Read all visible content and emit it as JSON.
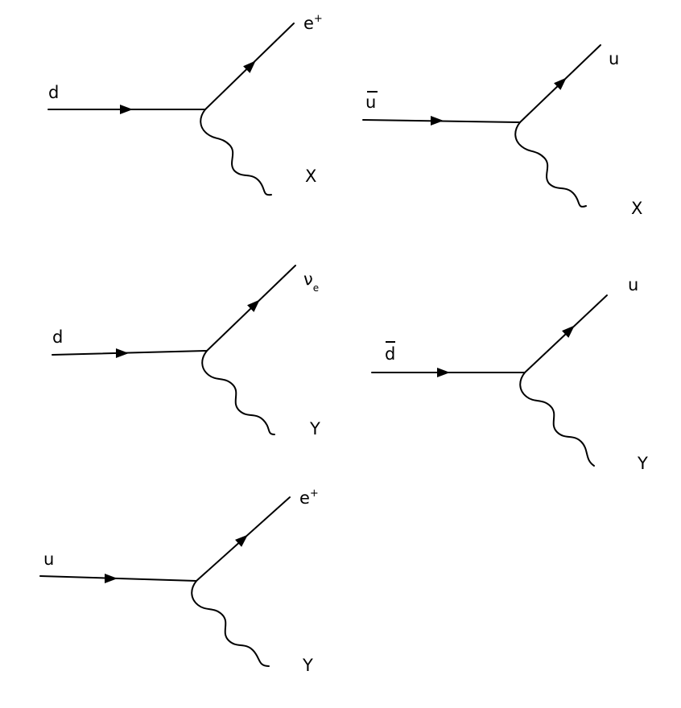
{
  "diagrams": [
    {
      "incoming": {
        "symbol": "d",
        "bar": false
      },
      "outgoing": {
        "symbol": "e",
        "sup": "+",
        "sub": ""
      },
      "boson": "X"
    },
    {
      "incoming": {
        "symbol": "u",
        "bar": true
      },
      "outgoing": {
        "symbol": "u",
        "sup": "",
        "sub": ""
      },
      "boson": "X"
    },
    {
      "incoming": {
        "symbol": "d",
        "bar": false
      },
      "outgoing": {
        "symbol": "ν",
        "sup": "",
        "sub": "e"
      },
      "boson": "Y"
    },
    {
      "incoming": {
        "symbol": "d",
        "bar": true
      },
      "outgoing": {
        "symbol": "u",
        "sup": "",
        "sub": ""
      },
      "boson": "Y"
    },
    {
      "incoming": {
        "symbol": "u",
        "bar": false
      },
      "outgoing": {
        "symbol": "e",
        "sup": "+",
        "sub": ""
      },
      "boson": "Y"
    }
  ]
}
